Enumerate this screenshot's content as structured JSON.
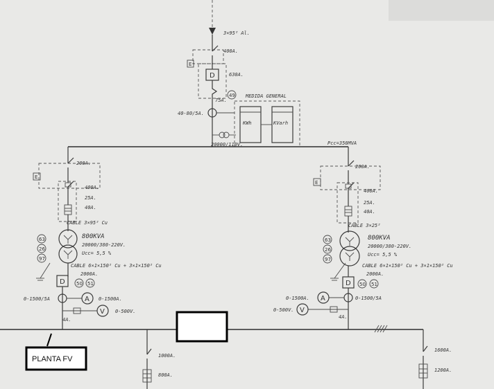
{
  "incoming": {
    "cable": "3×95² Al."
  },
  "main": {
    "switch_rating": "400A.",
    "fuse_rating": "630A.",
    "breaker_rating": "75A.",
    "ct_ratio": "40-80/5A.",
    "vt_ratio": "20000/110V.",
    "badge": "49",
    "measure_label": "MEDIDA GENERAL",
    "meter_kwh": "KWh",
    "meter_kvarh": "KVarh",
    "pcc": "Pcc=350MVA"
  },
  "left": {
    "switch": "200A.",
    "fuse_top": "400A.",
    "current_25": "25A.",
    "current_40": "40A.",
    "cable": "CABLE 3×95² Cu",
    "transformer_power": "800KVA",
    "transformer_ratio": "20000/380-220V.",
    "transformer_ucc": "Ucc= 5,5 %",
    "badge_63": "63",
    "badge_26": "26",
    "badge_97": "97",
    "lv_cable": "CABLE 6×1×150² Cu + 3×1×150² Cu",
    "breaker": "2000A.",
    "badge_50": "50",
    "badge_51": "51",
    "ct": "0-1500/5A",
    "ammeter": "0-1500A.",
    "voltmeter": "0-500V.",
    "fuse_4a": "4A."
  },
  "right": {
    "switch": "200A.",
    "fuse_top": "400A.",
    "current_25": "25A.",
    "current_40": "40A.",
    "cable": "CABLE 3×25²",
    "transformer_power": "800KVA",
    "transformer_ratio": "20000/380-220V.",
    "transformer_ucc": "Ucc= 5,5 %",
    "badge_63": "63",
    "badge_26": "26",
    "badge_97": "97",
    "lv_cable": "CABLE 6×1×150² Cu + 3×1×150² Cu",
    "breaker": "2000A.",
    "badge_50": "50",
    "badge_51": "51",
    "ct": "0-1500/5A",
    "ammeter": "0-1500A.",
    "voltmeter": "0-500V.",
    "fuse_4a": "4A."
  },
  "feeders": {
    "mid_switch": "1000A.",
    "mid_fuse": "800A.",
    "right_switch": "1600A.",
    "right_fuse": "1200A."
  },
  "symbols": {
    "disconnector": "D",
    "earth": "E",
    "ammeter": "A",
    "voltmeter": "V"
  },
  "overlay": {
    "label": "PLANTA FV"
  }
}
